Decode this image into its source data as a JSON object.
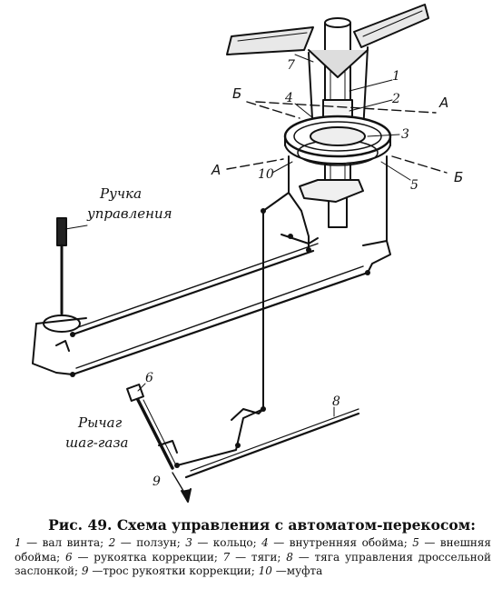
{
  "labels": {
    "ruchka_line1": "Ручка",
    "ruchka_line2": "управления",
    "rychag_line1": "Рычаг",
    "rychag_line2": "шаг-газа",
    "axis_A_left": "А",
    "axis_A_right": "А",
    "axis_B_left": "Б",
    "axis_B_right": "Б",
    "n1": "1",
    "n2": "2",
    "n3": "3",
    "n4": "4",
    "n5": "5",
    "n6": "6",
    "n7": "7",
    "n8": "8",
    "n9": "9",
    "n10": "10"
  },
  "caption": {
    "fig_label": "Рис. 49.",
    "title": "Схема управления с автоматом-перекосом:",
    "items": [
      {
        "num": "1",
        "text": "— вал винта;"
      },
      {
        "num": "2",
        "text": "— ползун;"
      },
      {
        "num": "3",
        "text": "— кольцо;"
      },
      {
        "num": "4",
        "text": "— внутренняя обойма;"
      },
      {
        "num": "5",
        "text": "— внешняя обойма;"
      },
      {
        "num": "6",
        "text": "— рукоятка коррекции;"
      },
      {
        "num": "7",
        "text": "— тяги;"
      },
      {
        "num": "8",
        "text": "— тяга управления дроссельной заслонкой;"
      },
      {
        "num": "9",
        "text": "—трос рукоятки коррекции;"
      },
      {
        "num": "10",
        "text": "—муфта"
      }
    ]
  }
}
